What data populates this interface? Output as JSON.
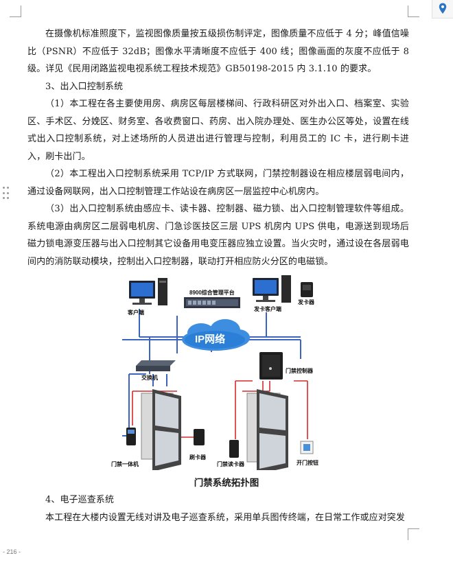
{
  "paragraphs_top": [
    "在摄像机标准照度下，监视图像质量按五级损伤制评定，图像质量不应低于 4 分；峰值信噪比（PSNR）不应低于 32dB；图像水平清晰度不应低于 400 线；图像画面的灰度不应低于 8 级。详见《民用闭路监视电视系统工程技术规范》GB50198-2015 内 3.1.10 的要求。",
    "3、出入口控制系统",
    "（1）本工程在各主要使用房、病房区每层楼梯间、行政科研区对外出入口、档案室、实验区、手术区、分娩区、财务室、各收费窗口、药房、出入院办理处、医生办公区等处，设置在线式出入口控制系统，对上述场所的人员进出进行管理与控制，利用员工的 IC 卡，进行刷卡进入，刷卡出门。",
    "（2）本工程出入口控制系统采用 TCP/IP 方式联网，门禁控制器设在相应楼层弱电间内，通过设备网联网，出入口控制管理工作站设在病房区一层监控中心机房内。",
    "（3）出入口控制系统由感应卡、读卡器、控制器、磁力锁、出入口控制管理软件等组成。系统电源由病房区二层弱电机房、门急诊医技区三层 UPS 机房内 UPS 供电，电源送到现场后磁力锁电源变压器与出入口控制其它设备用电变压器应独立设置。当火灾时，通过设在各层弱电间内的消防联动模块，控制出入口控制器，联动打开相应防火分区的电磁锁。"
  ],
  "diagram": {
    "platform": "8900综合管理平台",
    "client": "客户端",
    "card_client": "发卡客户端",
    "card_issuer": "发卡器",
    "network": "IP网络",
    "switch": "交换机",
    "controller": "门禁控制器",
    "all_in_one": "门禁一体机",
    "card_reader": "刷卡器",
    "door_reader": "门禁读卡器",
    "exit_button": "开门按钮"
  },
  "caption": "门禁系统拓扑图",
  "paragraphs_bottom": [
    "4、电子巡查系统",
    "本工程在大楼内设置无线对讲及电子巡查系统，采用单兵图传终端，在日常工作或应对突发"
  ],
  "page_number": "- 216 -",
  "colors": {
    "network_line": "#3a63c2",
    "power_line": "#d42a2a",
    "cloud": "#2b7fd6"
  }
}
